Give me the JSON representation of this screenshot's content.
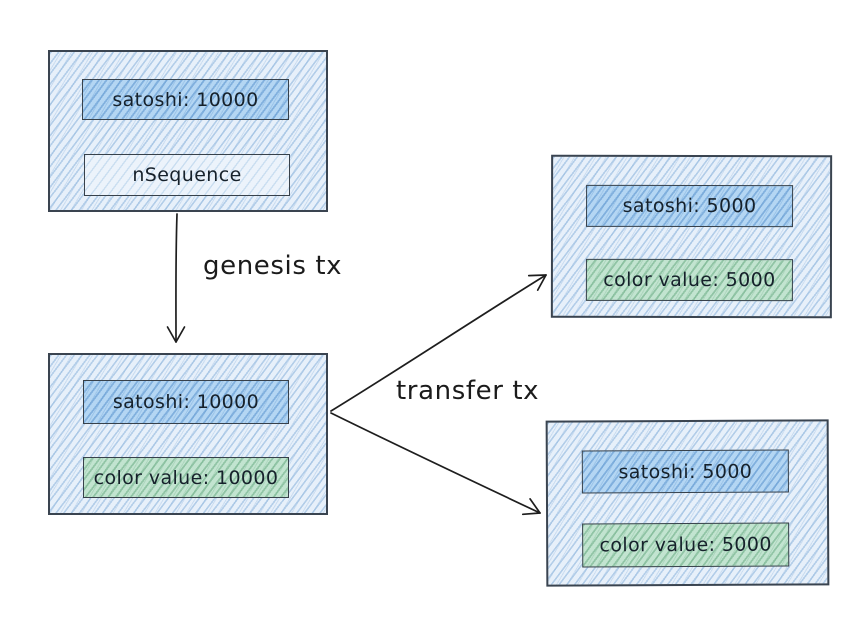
{
  "boxes": [
    {
      "name": "genesis-input",
      "rows": [
        {
          "kind": "satoshi",
          "text": "satoshi: 10000"
        },
        {
          "kind": "nsequence",
          "text": "nSequence"
        }
      ]
    },
    {
      "name": "genesis-output",
      "rows": [
        {
          "kind": "satoshi",
          "text": "satoshi: 10000"
        },
        {
          "kind": "color",
          "text": "color value: 10000"
        }
      ]
    },
    {
      "name": "transfer-output-top",
      "rows": [
        {
          "kind": "satoshi",
          "text": "satoshi: 5000"
        },
        {
          "kind": "color",
          "text": "color value: 5000"
        }
      ]
    },
    {
      "name": "transfer-output-bottom",
      "rows": [
        {
          "kind": "satoshi",
          "text": "satoshi: 5000"
        },
        {
          "kind": "color",
          "text": "color value: 5000"
        }
      ]
    }
  ],
  "arrow_labels": {
    "genesis": "genesis tx",
    "transfer": "transfer tx"
  },
  "colors": {
    "outer_box_fill": "#e7f0fa",
    "outer_box_hatch": "#89b2db",
    "satoshi_fill": "#b4d6f3",
    "satoshi_hatch": "#5892cd",
    "color_value_fill": "#c2e4d0",
    "color_value_hatch": "#61a67c",
    "nsequence_fill": "#ecf3fb",
    "border": "#3a4450",
    "arrow": "#1e1e1e",
    "text": "#16212b",
    "background": "#ffffff"
  }
}
